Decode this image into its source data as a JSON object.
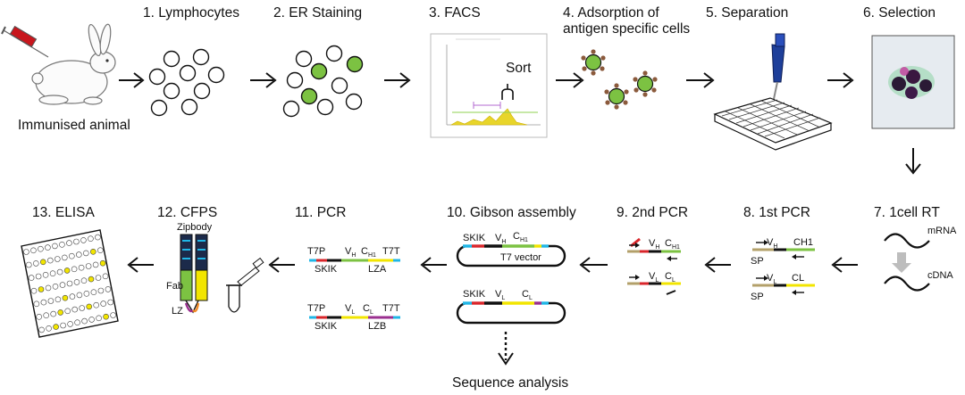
{
  "steps": {
    "s1": "1.  Lymphocytes",
    "s2": "2.   ER Staining",
    "s3": "3. FACS",
    "s4a": "4. Adsorption of",
    "s4b": "antigen specific cells",
    "s5": "5. Separation",
    "s6": "6. Selection",
    "s7": "7. 1cell RT",
    "s8": "8. 1st PCR",
    "s9": "9. 2nd PCR",
    "s10": "10. Gibson assembly",
    "s11": "11. PCR",
    "s12": "12. CFPS",
    "s13": "13. ELISA"
  },
  "labels": {
    "immunised": "Immunised animal",
    "sort": "Sort",
    "mrna": "mRNA",
    "cdna": "cDNA",
    "sp": "SP",
    "ch1": "CH1",
    "cl": "CL",
    "vh": "V",
    "vh_sub": "H",
    "vl": "V",
    "vl_sub": "L",
    "ch": "C",
    "ch_sub": "H1",
    "cl2": "C",
    "cl2_sub": "L",
    "skik": "SKIK",
    "t7vector": "T7 vector",
    "t7p": "T7P",
    "t7t": "T7T",
    "lza": "LZA",
    "lzb": "LZB",
    "zipbody": "Zipbody",
    "fab": "Fab",
    "lz": "LZ",
    "sequence": "Sequence analysis"
  },
  "colors": {
    "green": "#7cc242",
    "red": "#d9262b",
    "yellow": "#f2e500",
    "cyan": "#20b6e6",
    "purple": "#9a2f8f",
    "olive": "#b3a06a",
    "navy": "#1c2a4a"
  }
}
